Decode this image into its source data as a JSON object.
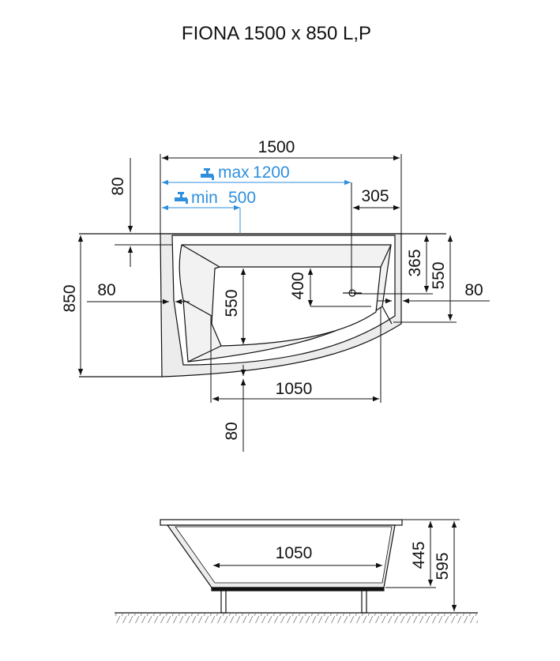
{
  "title": "FIONA 1500 x 850 L,P",
  "colors": {
    "line": "#111111",
    "accent": "#2f8fdc",
    "shade": "#e6e6e6"
  },
  "icons": [
    "faucet-icon-max",
    "faucet-icon-min"
  ],
  "top_view": {
    "overall_width": "1500",
    "faucet_max_label": "max",
    "faucet_max_value": "1200",
    "faucet_min_label": "min",
    "faucet_min_value": "500",
    "drain_offset": "305",
    "left_rim_height": "80",
    "overall_depth": "850",
    "left_side_offset": "80",
    "inner_depth": "550",
    "drain_depth": "400",
    "right_depth_365": "365",
    "right_depth_550": "550",
    "right_side_offset": "80",
    "bottom_length": "1050",
    "bottom_rim": "80"
  },
  "side_view": {
    "bottom_length": "1050",
    "inner_height": "445",
    "overall_height": "595"
  }
}
